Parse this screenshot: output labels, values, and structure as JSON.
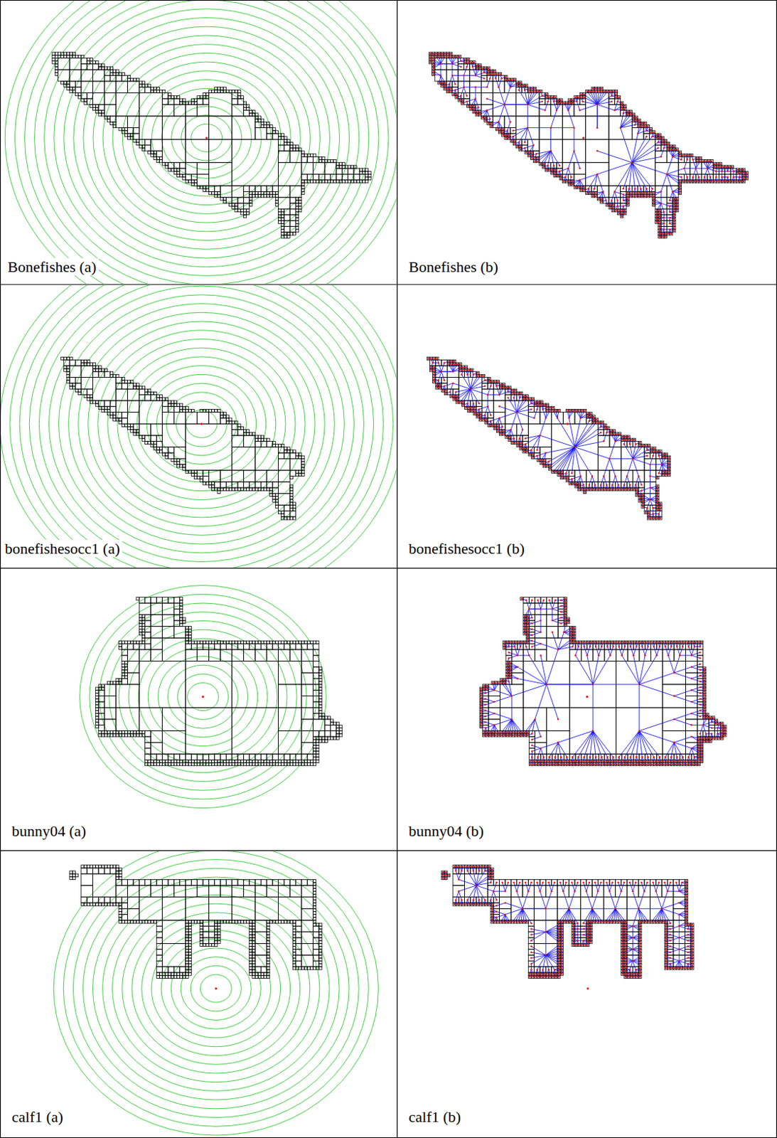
{
  "diagram": {
    "labels": [
      "Bonefishes (a)",
      "Bonefishes (b)",
      "bonefishesocc1 (a)",
      "bonefishesocc1 (b)",
      "bunny04 (a)",
      "bunny04 (b)",
      "calf1 (a)",
      "calf1 (b)"
    ]
  }
}
